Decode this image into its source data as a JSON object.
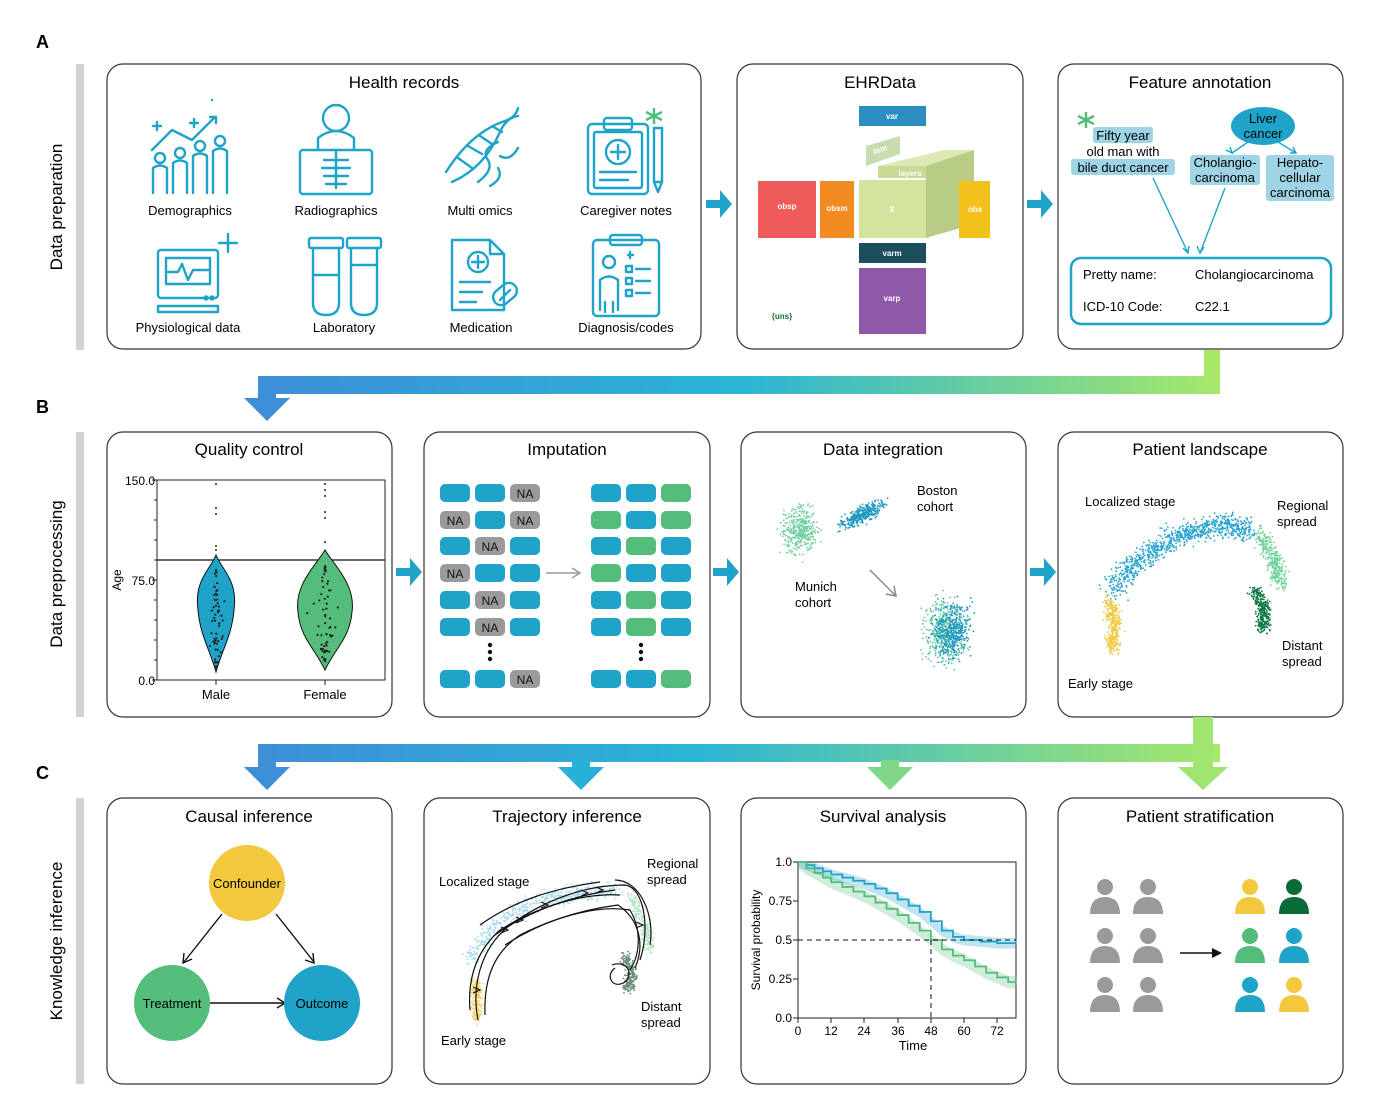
{
  "sections": {
    "a": {
      "letter": "A",
      "label": "Data preparation"
    },
    "b": {
      "letter": "B",
      "label": "Data preprocessing"
    },
    "c": {
      "letter": "C",
      "label": "Knowledge inference"
    }
  },
  "panels": {
    "health_records": {
      "title": "Health records",
      "items": [
        {
          "label": "Demographics",
          "icon": "demographics-icon"
        },
        {
          "label": "Radiographics",
          "icon": "radiograph-icon"
        },
        {
          "label": "Multi omics",
          "icon": "dna-icon"
        },
        {
          "label": "Caregiver notes",
          "icon": "clipboard-icon"
        },
        {
          "label": "Physiological data",
          "icon": "monitor-icon"
        },
        {
          "label": "Laboratory",
          "icon": "test-tube-icon"
        },
        {
          "label": "Medication",
          "icon": "prescription-icon"
        },
        {
          "label": "Diagnosis/codes",
          "icon": "diagnosis-icon"
        }
      ]
    },
    "ehrdata": {
      "title": "EHRData",
      "blocks": {
        "var": "var",
        "tem": "tem",
        "layers": "layers",
        "x": "X",
        "obsp": "obsp",
        "obsm": "obsm",
        "obs": "obs",
        "varm": "varm",
        "varp": "varp",
        "uns": "{uns}"
      }
    },
    "feature_annotation": {
      "title": "Feature annotation",
      "note_lines": [
        "Fifty year",
        "old man with",
        "bile duct cancer"
      ],
      "liver": [
        "Liver",
        "cancer"
      ],
      "cholangio": [
        "Cholangio-",
        "carcinoma"
      ],
      "hepato": [
        "Hepato-",
        "cellular",
        "carcinoma"
      ],
      "pretty_name_label": "Pretty name:",
      "pretty_name_value": "Cholangiocarcinoma",
      "icd_label": "ICD-10 Code:",
      "icd_value": "C22.1"
    },
    "quality_control": {
      "title": "Quality control",
      "ylabel": "Age",
      "yticks": [
        "150.0",
        "75.0",
        "0.0"
      ],
      "groups": [
        "Male",
        "Female"
      ]
    },
    "imputation": {
      "title": "Imputation",
      "na": "NA"
    },
    "data_integration": {
      "title": "Data integration",
      "boston": [
        "Boston",
        "cohort"
      ],
      "munich": [
        "Munich",
        "cohort"
      ]
    },
    "patient_landscape": {
      "title": "Patient landscape",
      "localized": "Localized stage",
      "regional": [
        "Regional",
        "spread"
      ],
      "distant": [
        "Distant",
        "spread"
      ],
      "early": "Early stage"
    },
    "causal_inference": {
      "title": "Causal inference",
      "confounder": "Confounder",
      "treatment": "Treatment",
      "outcome": "Outcome"
    },
    "trajectory_inference": {
      "title": "Trajectory inference",
      "localized": "Localized stage",
      "regional": [
        "Regional",
        "spread"
      ],
      "distant": [
        "Distant",
        "spread"
      ],
      "early": "Early stage"
    },
    "survival_analysis": {
      "title": "Survival analysis",
      "ylabel": "Survival probability",
      "xlabel": "Time",
      "yticks": [
        "1.0",
        "0.75",
        "0.5",
        "0.25",
        "0.0"
      ],
      "xticks": [
        "0",
        "12",
        "24",
        "36",
        "48",
        "60",
        "72"
      ]
    },
    "patient_stratification": {
      "title": "Patient stratification"
    }
  },
  "colors": {
    "blue": "#1fa3c8",
    "green": "#54bd7b",
    "yellow": "#f2c83e",
    "dark_green": "#0a6b36",
    "gray": "#9a9a9a"
  }
}
